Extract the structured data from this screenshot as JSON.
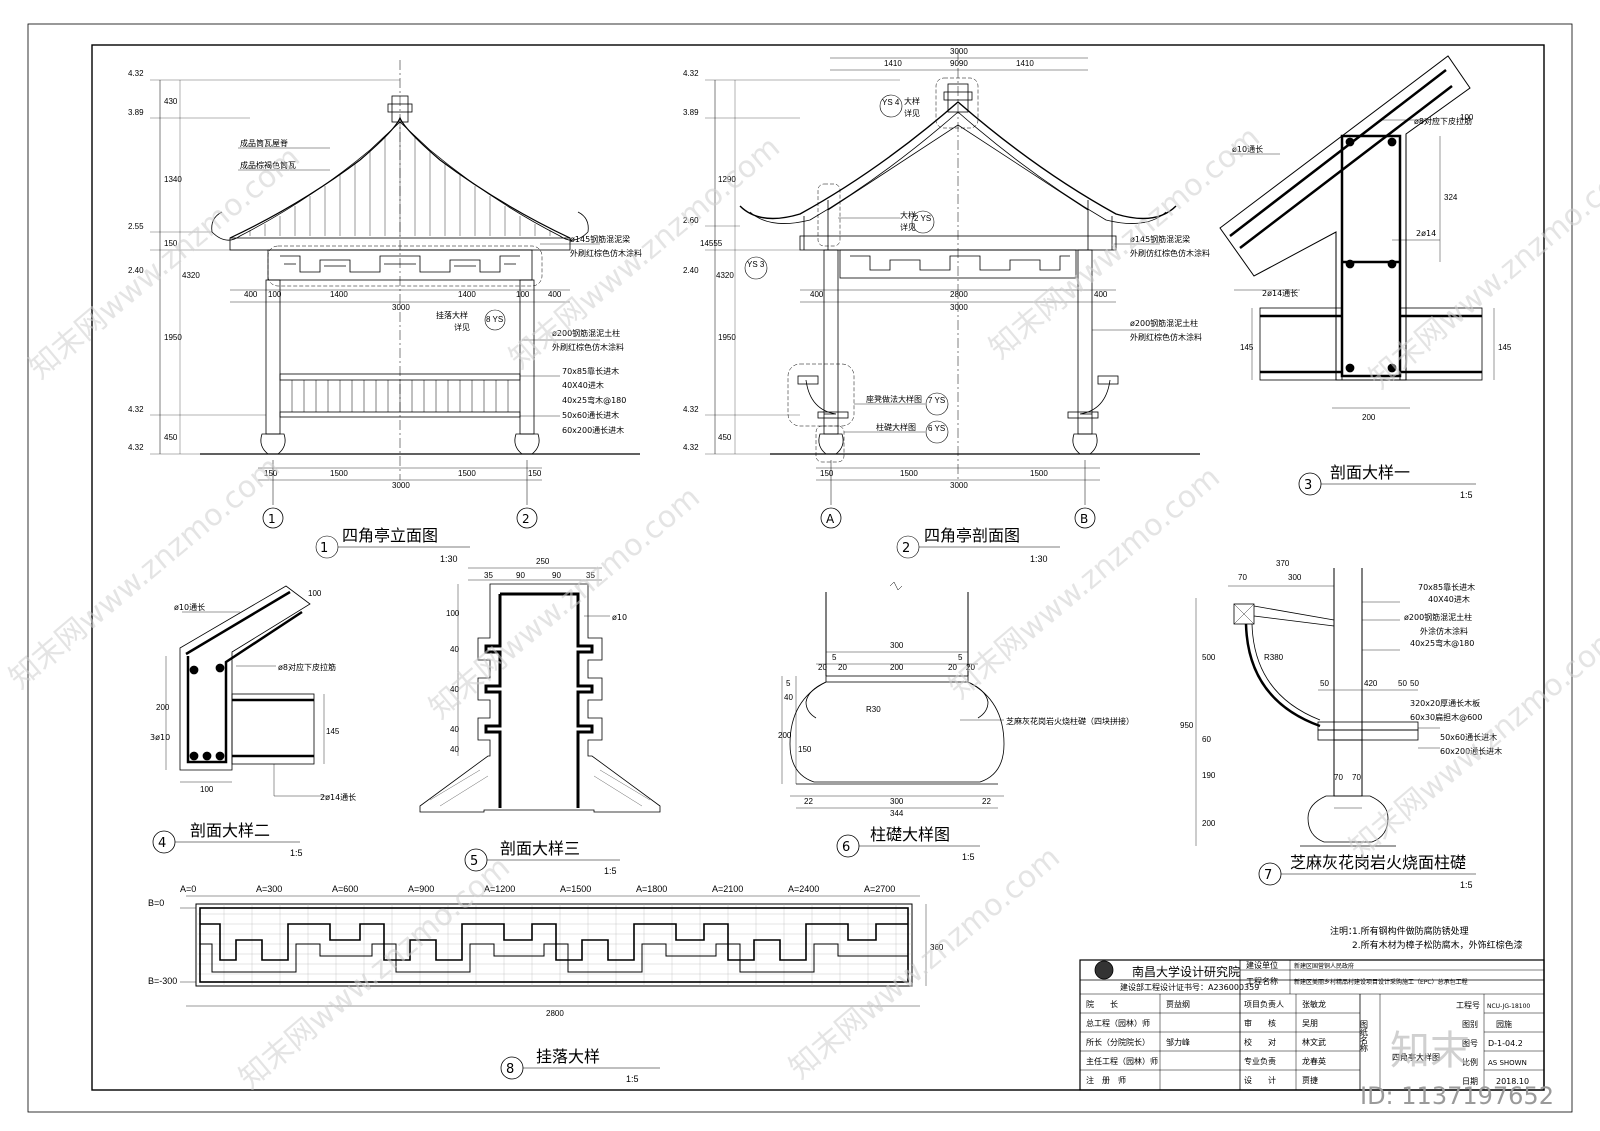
{
  "drawings": [
    {
      "num": "1",
      "title": "四角亭立面图",
      "scale": "1:30"
    },
    {
      "num": "2",
      "title": "四角亭剖面图",
      "scale": "1:30"
    },
    {
      "num": "3",
      "title": "剖面大样一",
      "scale": "1:5"
    },
    {
      "num": "4",
      "title": "剖面大样二",
      "scale": "1:5"
    },
    {
      "num": "5",
      "title": "剖面大样三",
      "scale": "1:5"
    },
    {
      "num": "6",
      "title": "柱礎大样图",
      "scale": "1:5"
    },
    {
      "num": "7",
      "title": "芝麻灰花岗岩火烧面柱礎",
      "scale": "1:5"
    },
    {
      "num": "8",
      "title": "挂落大样",
      "scale": "1:5"
    }
  ],
  "elevation": {
    "levels": [
      "4.32",
      "3.89",
      "2.55",
      "2.40",
      "4.32",
      "4.32"
    ],
    "vdims": [
      "430",
      "1340",
      "150",
      "4320",
      "1950",
      "450"
    ],
    "notes": [
      "成品筒瓦屋脊",
      "成品棕褐色筒瓦",
      "ø145钢筋混泥梁",
      "外刷红棕色仿木涂料",
      "挂落大样",
      "详见",
      "ø200钢筋混泥土柱",
      "外刷红棕色仿木涂料",
      "70x85靠长进木",
      "40X40进木",
      "40x25弯木@180",
      "50x60通长进木",
      "60x200通长进木"
    ],
    "hdims_top": [
      "400",
      "100",
      "1400",
      "1400",
      "100",
      "400",
      "3000"
    ],
    "hdims_bottom": [
      "150",
      "1500",
      "1500",
      "150",
      "3000"
    ],
    "axes": [
      "1",
      "2"
    ],
    "callout": "8 YS"
  },
  "section": {
    "levels": [
      "4.32",
      "3.89",
      "2.60",
      "2.40",
      "4.32",
      "4.32"
    ],
    "vdims": [
      "1290",
      "14555",
      "4320",
      "1950",
      "450"
    ],
    "top_dims": [
      "3000",
      "1410",
      "9090",
      "1410"
    ],
    "notes": [
      "大样",
      "详见",
      "大样",
      "详见",
      "ø145钢筋混泥梁",
      "外刷仿红棕色仿木涂料",
      "ø200钢筋混泥土柱",
      "外刷红棕色仿木涂料",
      "座凳做法大样图",
      "柱礎大样图"
    ],
    "callouts": [
      "YS 4",
      "2 YS",
      "YS 3",
      "7 YS",
      "6 YS"
    ],
    "hdims": [
      "400",
      "2800",
      "400",
      "3000"
    ],
    "hdims_bottom": [
      "150",
      "1500",
      "1500",
      "3000"
    ],
    "axes": [
      "A",
      "B"
    ]
  },
  "detail3": {
    "notes": [
      "ø8对应下皮拉筋",
      "ø10通长",
      "2ø14",
      "2ø14通长"
    ],
    "dims": [
      "324",
      "145",
      "145",
      "200",
      "100"
    ]
  },
  "detail4": {
    "notes": [
      "ø10通长",
      "ø8对应下皮拉筋",
      "3ø10",
      "2ø14通长"
    ],
    "dims": [
      "100",
      "200",
      "145",
      "100"
    ]
  },
  "detail5": {
    "notes": [
      "ø10"
    ],
    "dims": [
      "250",
      "35",
      "90",
      "90",
      "35",
      "100",
      "40",
      "40",
      "40",
      "40"
    ]
  },
  "detail6": {
    "notes": [
      "芝麻灰花岗岩火烧柱礎（四块拼接）"
    ],
    "dims": [
      "300",
      "5",
      "5",
      "20",
      "20",
      "200",
      "20",
      "20",
      "R30",
      "5",
      "40",
      "150",
      "200",
      "22",
      "300",
      "22",
      "344"
    ]
  },
  "detail7": {
    "notes": [
      "70x85靠长进木",
      "40X40进木",
      "ø200钢筋混泥土柱",
      "外涂仿木涂料",
      "40x25弯木@180",
      "320x20厚通长木板",
      "60x30扁担木@600",
      "50x60通长进木",
      "60x200通长进木"
    ],
    "dims": [
      "370",
      "70",
      "300",
      "R380",
      "50",
      "420",
      "50",
      "50",
      "500",
      "950",
      "60",
      "190",
      "200",
      "70",
      "70"
    ]
  },
  "hanging": {
    "a_labels": [
      "A=0",
      "A=300",
      "A=600",
      "A=900",
      "A=1200",
      "A=1500",
      "A=1800",
      "A=2100",
      "A=2400",
      "A=2700"
    ],
    "b_labels": [
      "B=0",
      "B=-300"
    ],
    "dims": [
      "2800",
      "360"
    ]
  },
  "remarks": {
    "label": "注明：",
    "lines": [
      "1.所有钢构件做防腐防锈处理",
      "2.所有木材为樟子松防腐木，外饰红棕色漆"
    ]
  },
  "titleblock": {
    "institute": "南昌大学设计研究院",
    "cert": "建设部工程设计证书号：A236000359",
    "rows": [
      {
        "role": "院　　长",
        "name": "贾益纲",
        "role2": "项目负责人",
        "name2": "张敏龙"
      },
      {
        "role": "总工程（园林）师",
        "name": "",
        "role2": "审　　核",
        "name2": "吴朋"
      },
      {
        "role": "所长（分院院长）",
        "name": "邹力峰",
        "role2": "校　　对",
        "name2": "林文武"
      },
      {
        "role": "主任工程（园林）师",
        "name": "",
        "role2": "专业负责",
        "name2": "龙春英"
      },
      {
        "role": "注　册　师",
        "name": "",
        "role2": "设　　计",
        "name2": "贾捷"
      }
    ],
    "client_label": "建设单位",
    "client": "新建区国营铜人民政府",
    "project_label": "工程名称",
    "project": "新建区美丽乡村精品村建设项目设计采购施工（EPC）总承包工程",
    "drawing_name_label": "图纸名称",
    "drawing_name": "四角亭大样图",
    "fields": [
      {
        "k": "工程号",
        "v": "NCU-JG-18100"
      },
      {
        "k": "图别",
        "v": "园施"
      },
      {
        "k": "图号",
        "v": "D-1-04.2"
      },
      {
        "k": "比例",
        "v": "AS SHOWN"
      },
      {
        "k": "日期",
        "v": "2018.10"
      }
    ]
  },
  "watermark": "知末网www.znzmo.com",
  "logo_text": "知末",
  "id_text": "ID: 1137197652"
}
